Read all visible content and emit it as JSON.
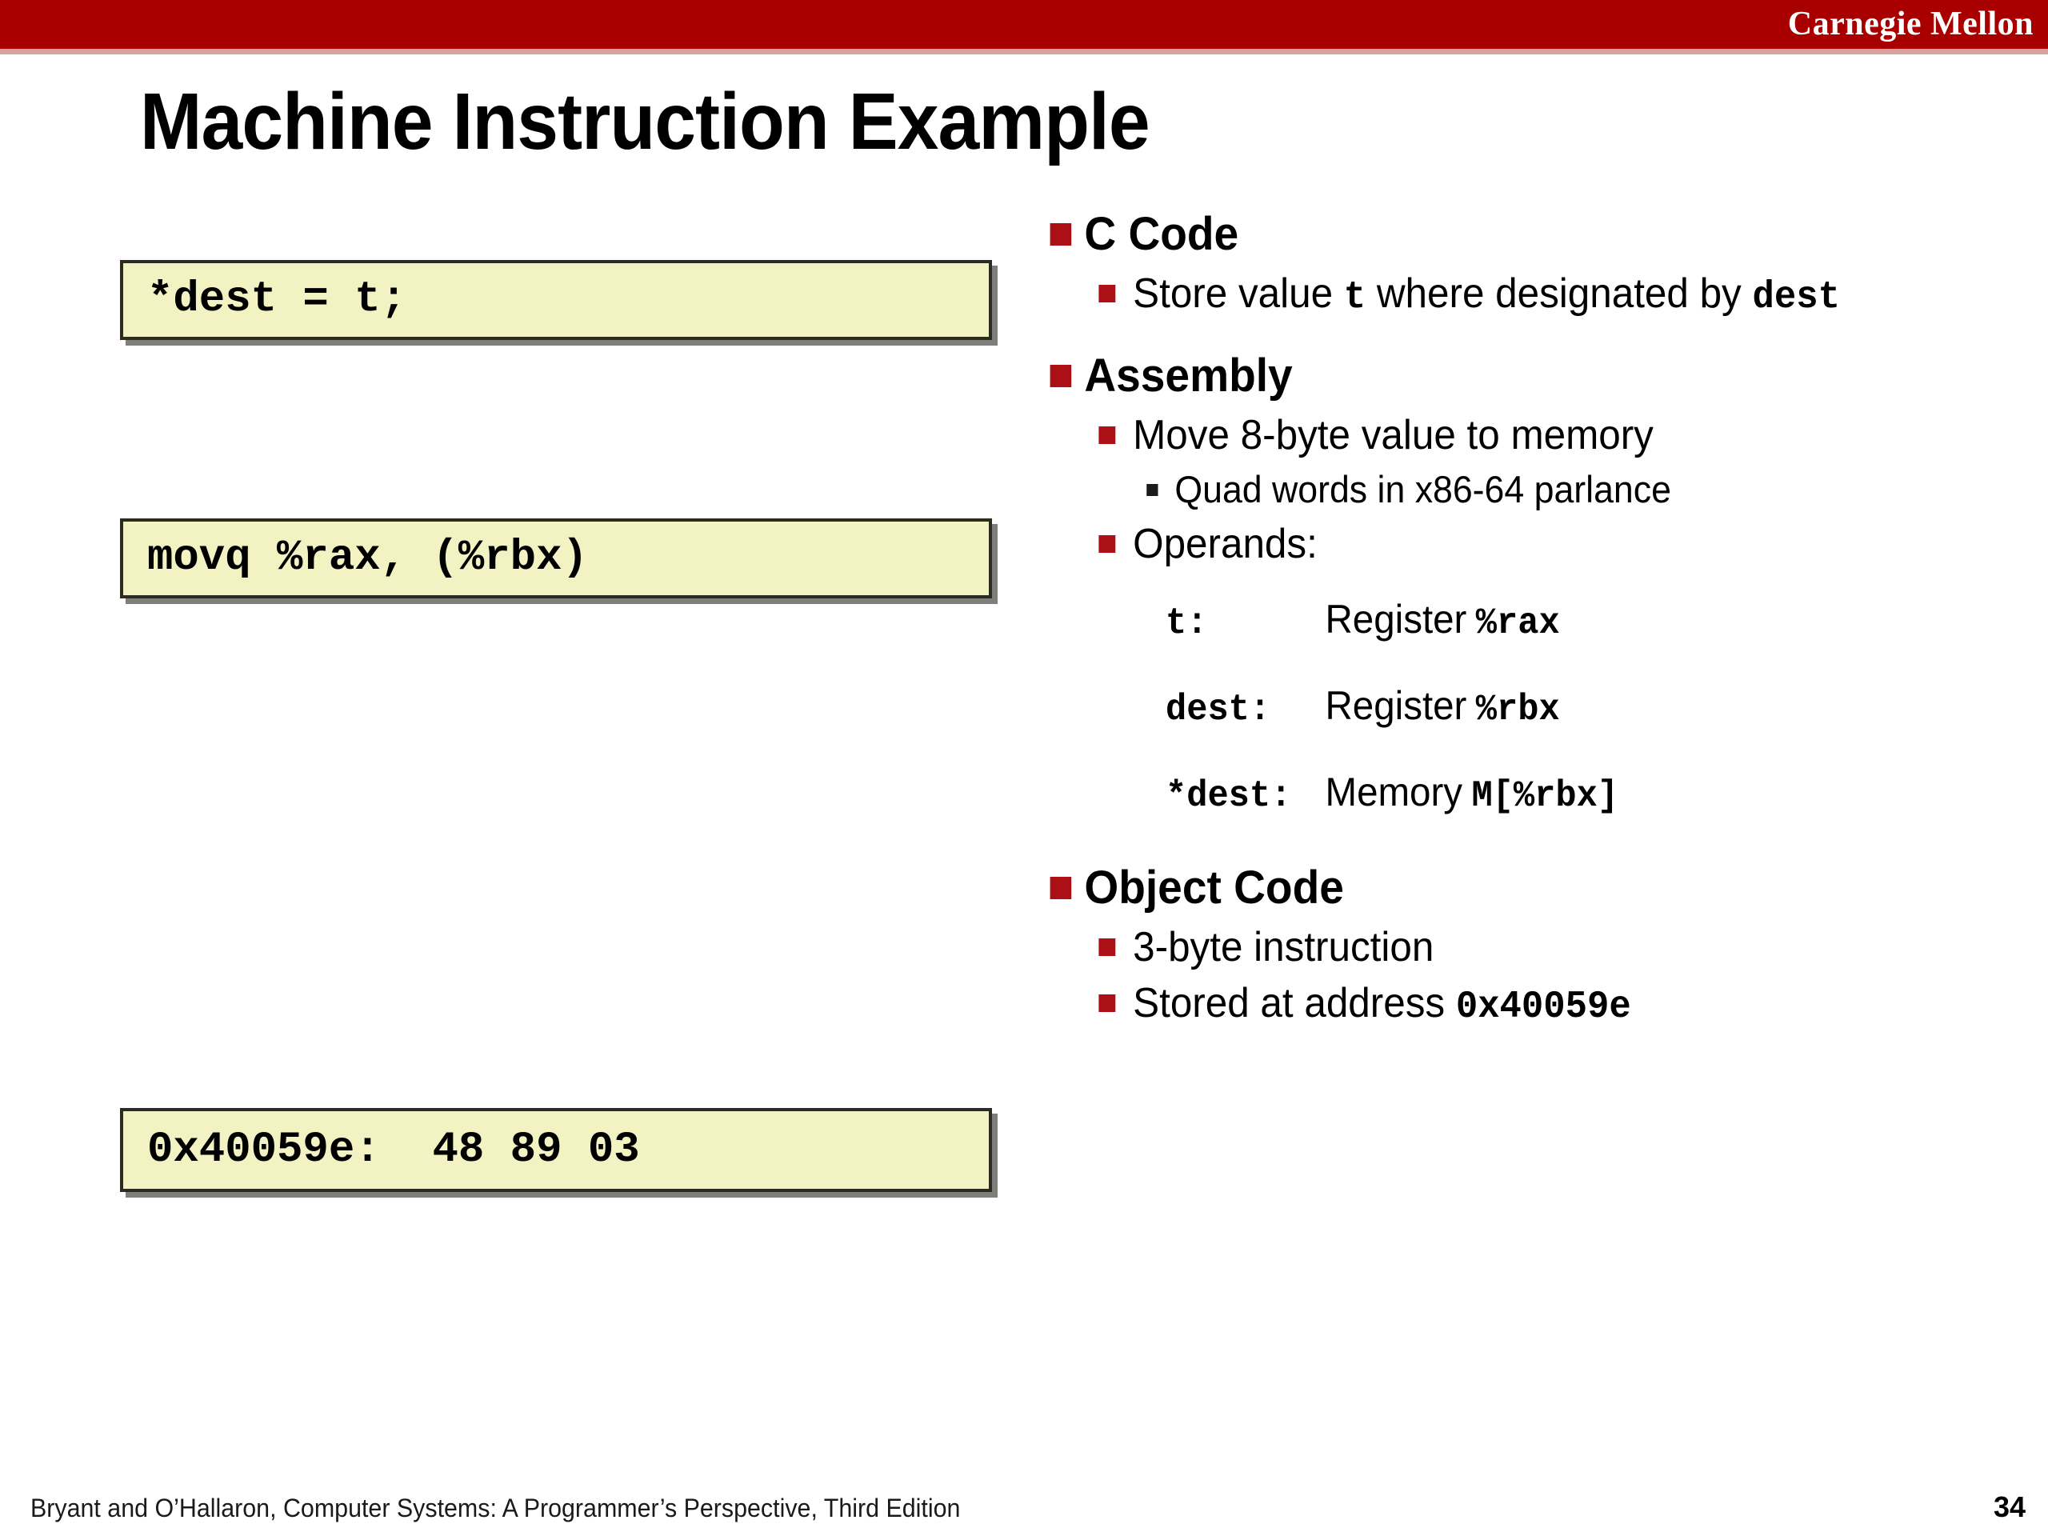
{
  "header": {
    "brand": "Carnegie Mellon",
    "bar_color": "#A80000",
    "underline_color": "#D9A0A0"
  },
  "title": "Machine Instruction Example",
  "code_boxes": [
    {
      "name": "c-code-box",
      "text": "*dest = t;"
    },
    {
      "name": "assembly-box",
      "text": "movq %rax, (%rbx)"
    },
    {
      "name": "object-code-box",
      "text": "0x40059e:  48 89 03"
    }
  ],
  "box_style": {
    "fill": "#F2F2C2",
    "border": "#2B2B20"
  },
  "bullet_colors": {
    "level1": "#AA1016",
    "level2": "#AA1016",
    "level3": "#1A1A1A"
  },
  "outline": {
    "sections": [
      {
        "heading": "C Code",
        "bullet_store_prefix": "Store value ",
        "bullet_store_mono1": "t",
        "bullet_store_mid": " where designated by ",
        "bullet_store_mono2": "dest"
      },
      {
        "heading": "Assembly",
        "move_line": "Move 8-byte value to memory",
        "quad_line": "Quad words in x86-64 parlance",
        "operands_label": "Operands:",
        "operands": [
          {
            "key": "t:",
            "kind": "Register",
            "loc": "%rax"
          },
          {
            "key": "dest:",
            "kind": "Register",
            "loc": "%rbx"
          },
          {
            "key": "*dest:",
            "kind": "Memory",
            "loc": "M[%rbx]"
          }
        ]
      },
      {
        "heading": "Object Code",
        "three_byte": "3-byte instruction",
        "stored_prefix": "Stored at address ",
        "stored_address": "0x40059e"
      }
    ]
  },
  "footer": {
    "citation": "Bryant and O’Hallaron, Computer Systems: A Programmer’s Perspective, Third Edition",
    "page_number": "34"
  }
}
